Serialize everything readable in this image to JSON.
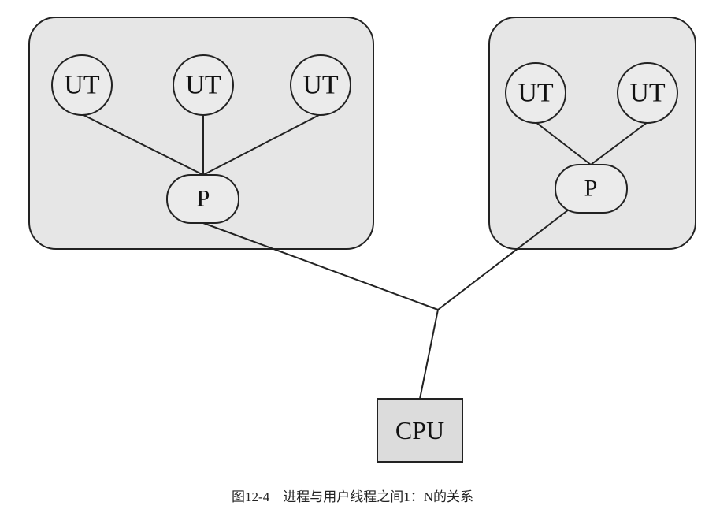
{
  "diagram": {
    "process_groups": [
      {
        "user_threads": [
          "UT",
          "UT",
          "UT"
        ],
        "process": "P"
      },
      {
        "user_threads": [
          "UT",
          "UT"
        ],
        "process": "P"
      }
    ],
    "cpu": "CPU"
  },
  "caption": "图12-4　进程与用户线程之间1：N的关系",
  "colors": {
    "group_fill": "#e6e6e6",
    "node_fill": "#ebebeb",
    "cpu_fill": "#dcdcdc",
    "stroke": "#222222"
  }
}
